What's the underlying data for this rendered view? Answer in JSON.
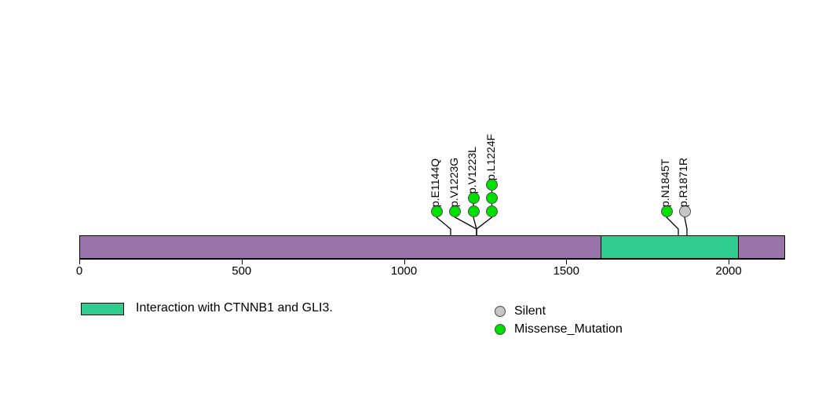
{
  "chart_data": {
    "type": "lollipop",
    "title": "",
    "xlabel": "",
    "ylabel": "",
    "xlim": [
      0,
      2174
    ],
    "axis_ticks": [
      {
        "value": 0,
        "label": "0"
      },
      {
        "value": 500,
        "label": "500"
      },
      {
        "value": 1000,
        "label": "1000"
      },
      {
        "value": 1500,
        "label": "1500"
      },
      {
        "value": 2000,
        "label": "2000"
      }
    ],
    "protein": {
      "length": 2174,
      "backbone_color": "#9a73ab",
      "domains": [
        {
          "name": "Interaction with CTNNB1 and GLI3.",
          "start": 1606,
          "end": 2031,
          "color": "#2ecc8f"
        }
      ]
    },
    "mutations": [
      {
        "label": "p.E1144Q",
        "position": 1144,
        "count": 1,
        "type": "Missense_Mutation",
        "color": "#00e000"
      },
      {
        "label": "p.V1223G",
        "position": 1223,
        "count": 1,
        "type": "Missense_Mutation",
        "color": "#00e000"
      },
      {
        "label": "p.V1223L",
        "position": 1223,
        "count": 2,
        "type": "Missense_Mutation",
        "color": "#00e000"
      },
      {
        "label": "p.L1224F",
        "position": 1224,
        "count": 3,
        "type": "Missense_Mutation",
        "color": "#00e000"
      },
      {
        "label": "p.N1845T",
        "position": 1845,
        "count": 1,
        "type": "Missense_Mutation",
        "color": "#00e000"
      },
      {
        "label": "p.R1871R",
        "position": 1871,
        "count": 1,
        "type": "Silent",
        "color": "#c6c6c6"
      }
    ],
    "grid": false
  },
  "legend": {
    "domain_entries": [
      {
        "label": "Interaction with CTNNB1 and GLI3.",
        "color": "#2ecc8f"
      }
    ],
    "mutation_entries": [
      {
        "label": "Silent",
        "color": "#c6c6c6"
      },
      {
        "label": "Missense_Mutation",
        "color": "#00e000"
      }
    ]
  },
  "colors": {
    "backbone": "#9a73ab",
    "domain": "#2ecc8f",
    "missense": "#00e000",
    "silent": "#c6c6c6",
    "outline": "#000000"
  }
}
